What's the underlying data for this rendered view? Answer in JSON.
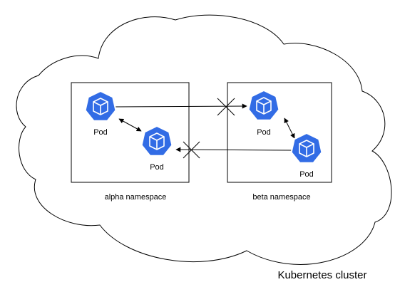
{
  "cluster": {
    "label": "Kubernetes cluster"
  },
  "namespaces": {
    "alpha": {
      "label": "alpha namespace"
    },
    "beta": {
      "label": "beta namespace"
    }
  },
  "pods": {
    "alpha_1": {
      "label": "Pod"
    },
    "alpha_2": {
      "label": "Pod"
    },
    "beta_1": {
      "label": "Pod"
    },
    "beta_2": {
      "label": "Pod"
    }
  },
  "icons": {
    "pod": "kubernetes-pod-icon",
    "blocked": "blocked-cross-icon"
  },
  "colors": {
    "pod_fill": "#326ce5",
    "pod_cube": "#ffffff",
    "stroke": "#000000"
  }
}
